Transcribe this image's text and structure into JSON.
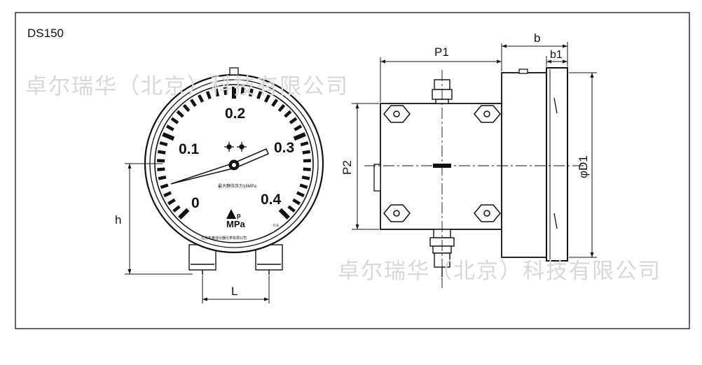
{
  "drawing": {
    "model": "DS150",
    "watermark_text": "卓尔瑞华（北京）科技有限公司",
    "colors": {
      "line": "#111111",
      "watermark": "#d8d8d8",
      "background": "#ffffff"
    }
  },
  "front_view": {
    "scale_labels": [
      "0",
      "0.1",
      "0.2",
      "0.3",
      "0.4"
    ],
    "unit": "MPa",
    "dial_note": "最大静压压力16MPa",
    "dial_maker_text": "北京布莱迪仪器仪表有限公司",
    "dial_small_mark": "D.E",
    "dimensions": {
      "height": "h",
      "lug_spacing": "L"
    }
  },
  "side_view": {
    "dimensions": {
      "p1": "P1",
      "p2": "P2",
      "b": "b",
      "b1": "b1",
      "d1": "φD1"
    }
  }
}
